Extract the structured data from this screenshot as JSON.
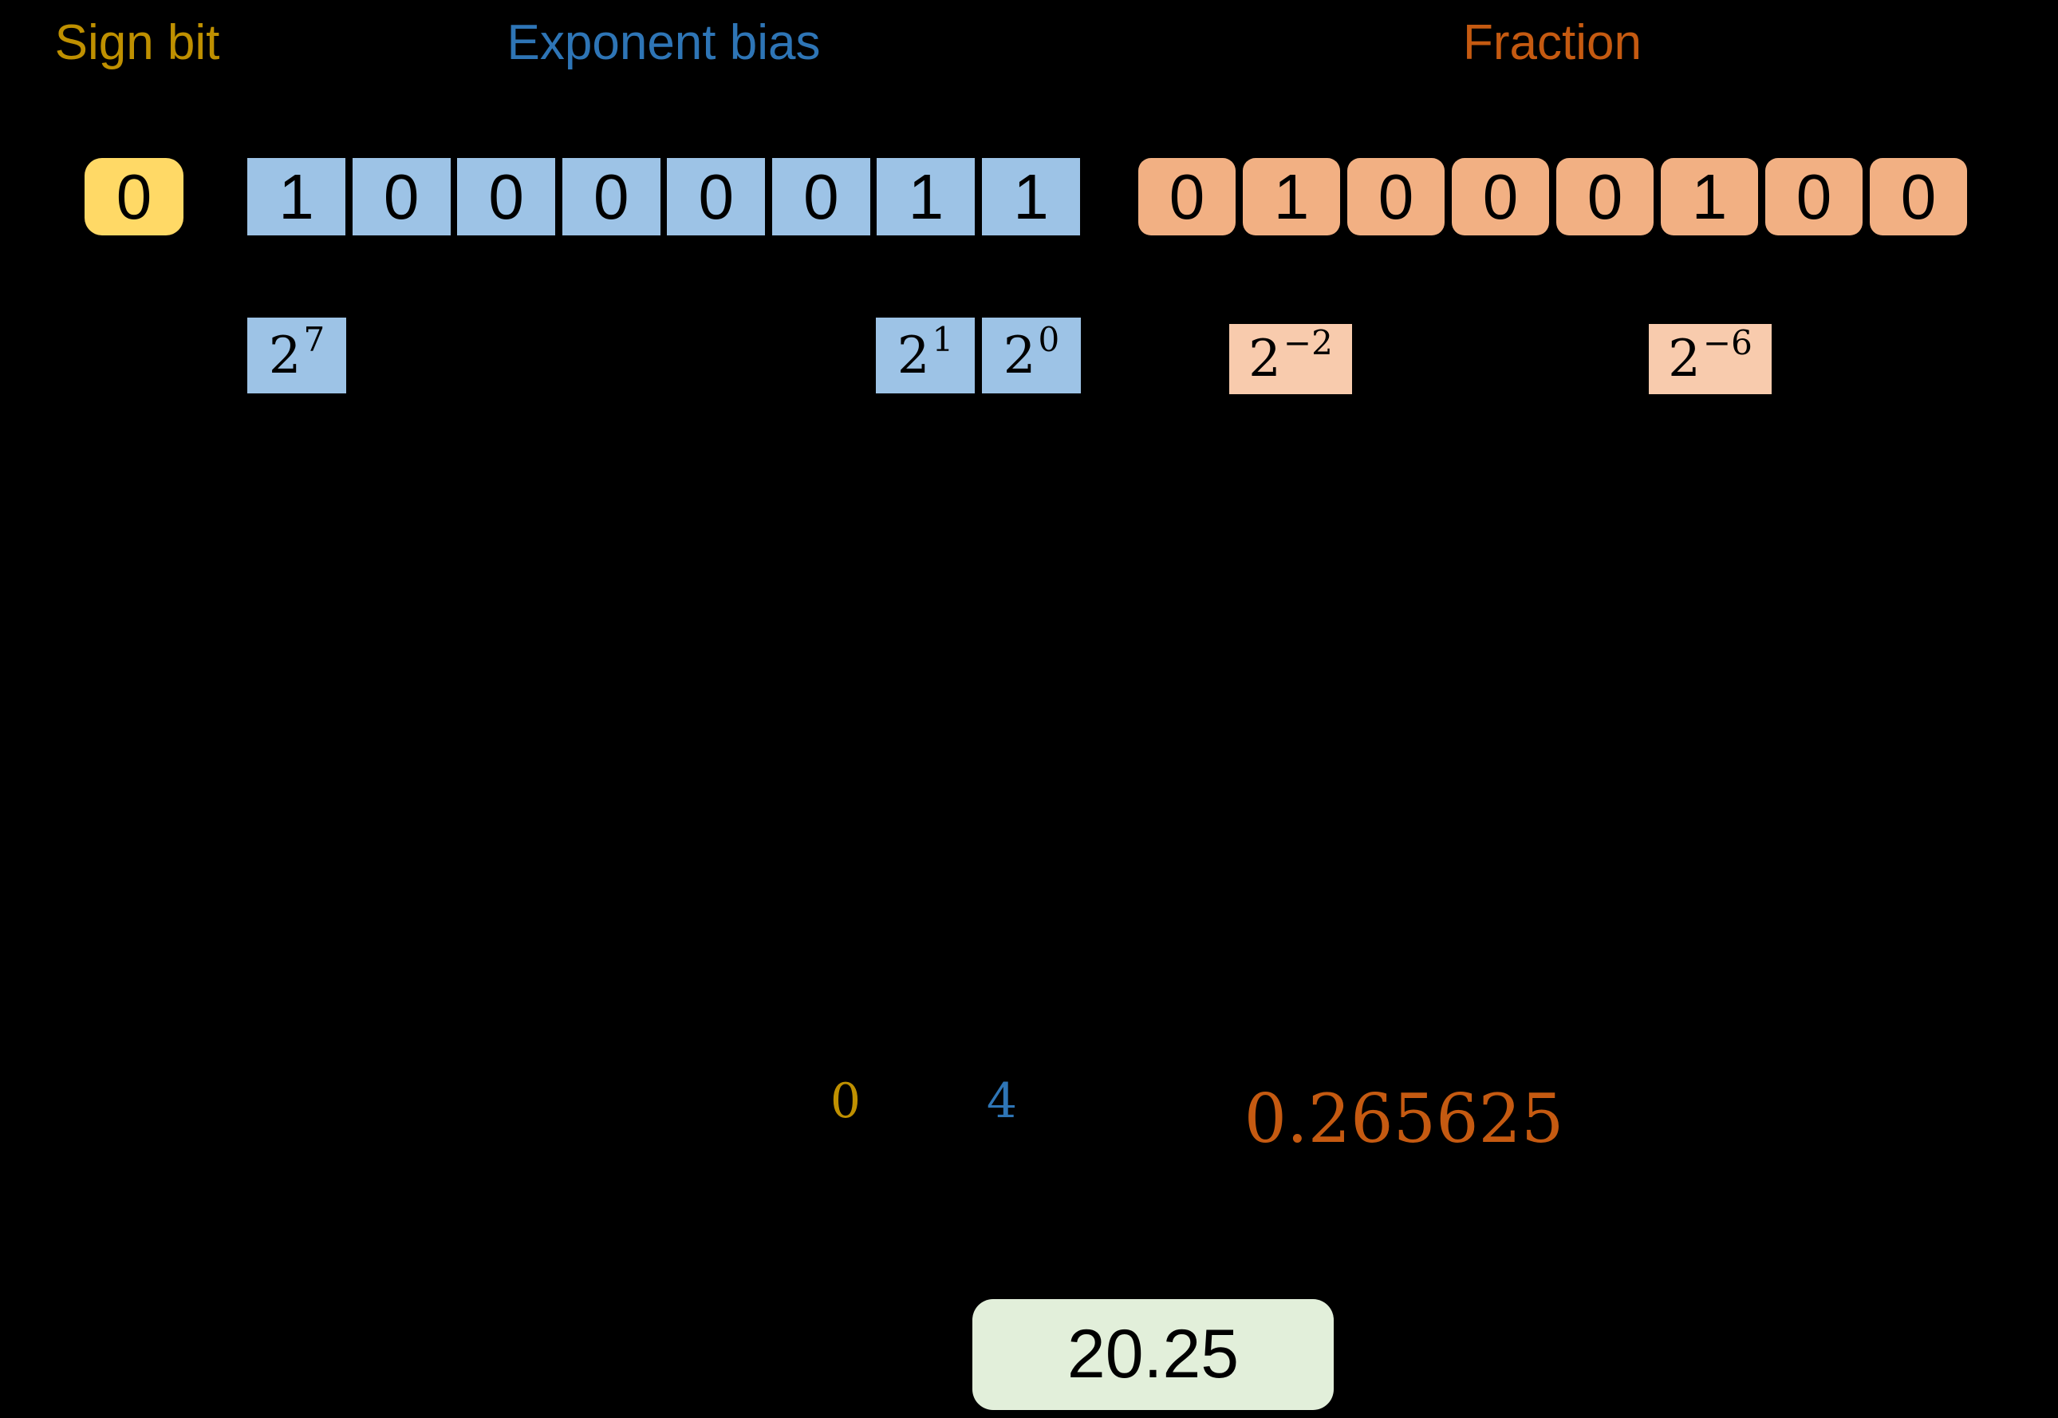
{
  "labels": {
    "sign": "Sign bit",
    "exponent": "Exponent bias",
    "fraction": "Fraction"
  },
  "sign": {
    "bit": "0",
    "value": "0"
  },
  "exponent": {
    "bits": [
      "1",
      "0",
      "0",
      "0",
      "0",
      "0",
      "1",
      "1"
    ],
    "powers": [
      {
        "base": "2",
        "exp": "7"
      },
      {
        "base": "2",
        "exp": "1"
      },
      {
        "base": "2",
        "exp": "0"
      }
    ],
    "value": "4"
  },
  "fraction": {
    "bits": [
      "0",
      "1",
      "0",
      "0",
      "0",
      "1",
      "0",
      "0"
    ],
    "powers": [
      {
        "base": "2",
        "exp": "−2"
      },
      {
        "base": "2",
        "exp": "−6"
      }
    ],
    "value": "0.265625"
  },
  "result": {
    "value": "20.25"
  },
  "colors": {
    "background": "#000000",
    "sign_label": "#BF9000",
    "exponent_label": "#2E75B6",
    "fraction_label": "#C55A11",
    "sign_box": "#FFD966",
    "exponent_box": "#9DC3E6",
    "fraction_box": "#F2B083",
    "fraction_power_box": "#F8CBAD",
    "result_box": "#E2EFDA",
    "bit_text": "#000000"
  }
}
